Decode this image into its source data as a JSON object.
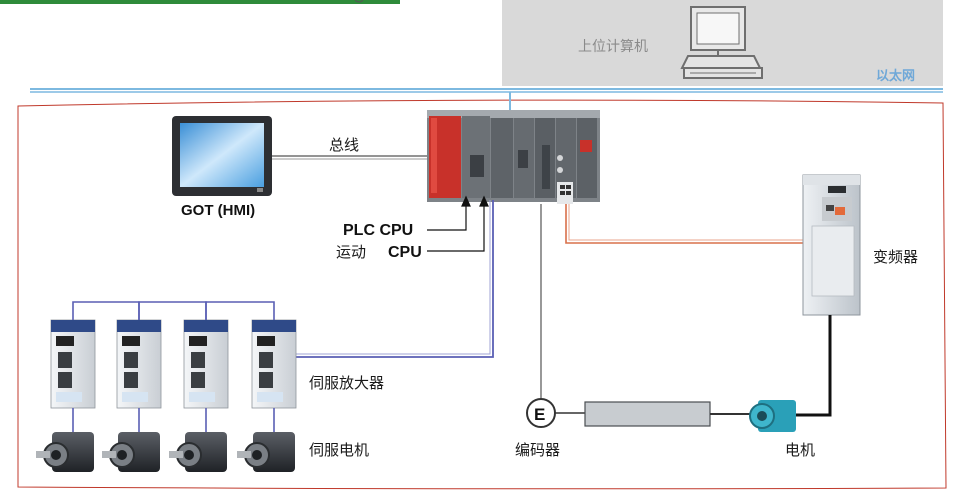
{
  "labels": {
    "host_computer": "上位计算机",
    "ethernet": "以太网",
    "bus": "总线",
    "got_hmi": "GOT (HMI)",
    "plc_cpu": "PLC CPU",
    "motion_prefix": "运动",
    "motion_cpu": "CPU",
    "inverter": "变频器",
    "servo_amplifier": "伺服放大器",
    "servo_motor": "伺服电机",
    "encoder": "编码器",
    "encoder_symbol": "E",
    "motor": "电机"
  },
  "colors": {
    "ethernet_line": "#7db9e0",
    "ethernet_label": "#6fa8d8",
    "host_panel": "#d9d9d9",
    "red_frame": "#c0392b",
    "plc_red": "#c8312a",
    "serial_bus": "#5a5fb4",
    "inverter_link": "#d9704a",
    "green_band": "#2e8b3a",
    "motor_teal": "#2aa0b8"
  }
}
